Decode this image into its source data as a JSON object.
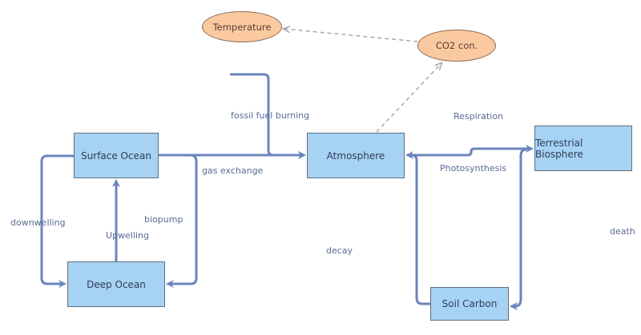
{
  "nodes": {
    "temperature": "Temperature",
    "co2": "CO2 con.",
    "atmosphere": "Atmosphere",
    "terrestrial": "Terrestrial Biosphere",
    "soil": "Soil Carbon",
    "surface_ocean": "Surface Ocean",
    "deep_ocean": "Deep Ocean"
  },
  "edges": {
    "fossil": "fossil fuel burning",
    "gas_exchange": "gas exchange",
    "downwelling": "downwelling",
    "upwelling": "Upwelling",
    "biopump": "biopump",
    "respiration": "Respiration",
    "photosynthesis": "Photosynthesis",
    "decay": "decay",
    "death": "death"
  },
  "colors": {
    "flow": "#6b84bd",
    "box": "#a6d2f4",
    "ellipse": "#fbc9a0",
    "dashed": "#a8a8a8"
  }
}
